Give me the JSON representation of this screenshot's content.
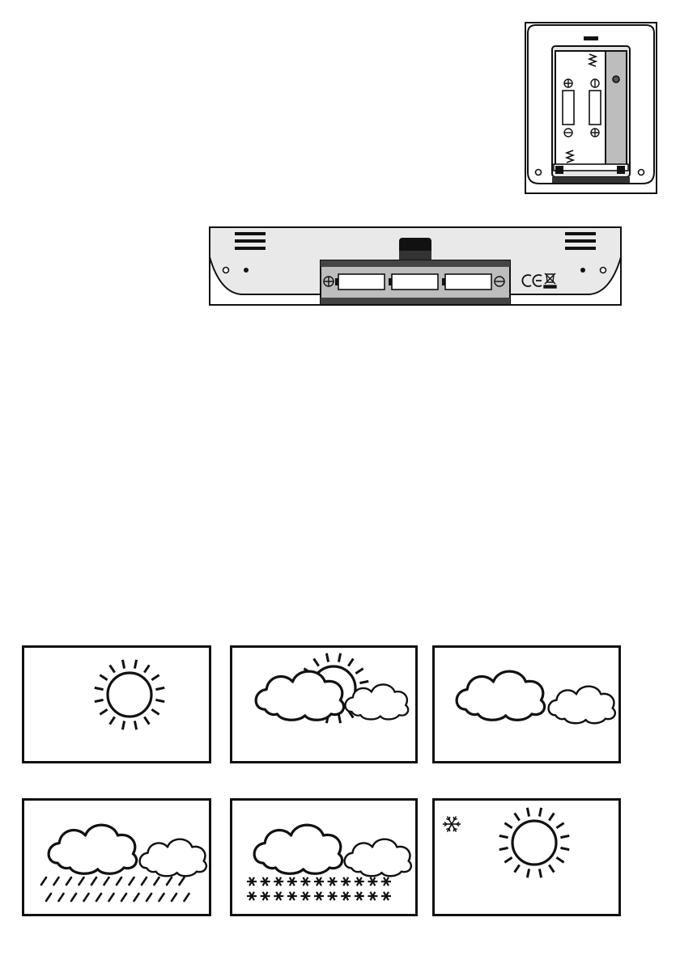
{
  "page": {
    "colors": {
      "ink": "#111111",
      "panel_fill": "#e9e9e9",
      "tray_fill": "#bdbdbd",
      "paper": "#ffffff"
    }
  },
  "remote_unit": {
    "icons": [
      "battery-compartment-icon",
      "spring-contact-icon",
      "plus-terminal-icon",
      "minus-terminal-icon",
      "reset-button-icon"
    ],
    "battery_count": 2
  },
  "base_unit": {
    "icons": [
      "vent-slots-icon",
      "stand-tab-icon",
      "screw-hole-icon",
      "battery-tray-icon",
      "plus-terminal-icon",
      "minus-terminal-icon",
      "ce-mark-icon",
      "weee-bin-icon"
    ],
    "battery_count": 3
  },
  "forecast_icons": [
    {
      "id": "sunny",
      "icons": [
        "sun-icon"
      ]
    },
    {
      "id": "partly-cloudy",
      "icons": [
        "cloud-icon",
        "sun-icon",
        "cloud-icon"
      ]
    },
    {
      "id": "cloudy",
      "icons": [
        "cloud-icon",
        "cloud-icon"
      ]
    },
    {
      "id": "rainy",
      "icons": [
        "cloud-icon",
        "cloud-icon",
        "rain-icon"
      ]
    },
    {
      "id": "snowy",
      "icons": [
        "cloud-icon",
        "cloud-icon",
        "snow-icon"
      ]
    },
    {
      "id": "frost-sunny",
      "icons": [
        "snowflake-icon",
        "sun-icon"
      ]
    }
  ]
}
